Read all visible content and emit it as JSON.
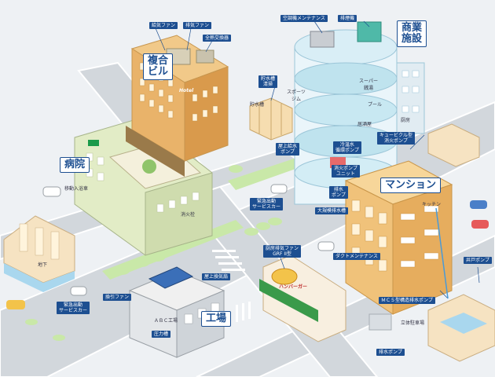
{
  "facilities": {
    "complex_building": "複合\nビル",
    "hospital": "病院",
    "commercial": "商業\n施設",
    "mansion": "マンション",
    "factory": "工場"
  },
  "equipment_tags": {
    "supply_fan": "給気ファン",
    "exhaust_fan_top": "排気ファン",
    "heat_exchanger": "全熱交換器",
    "ac_maintenance": "空調機メンテナンス",
    "exhaust_tower": "排煙機",
    "water_tank_cleaning": "貯水槽\n清掃",
    "rooftop_supply_pump": "屋上給水\nポンプ",
    "emergency_service_car_center": "緊急出動\nサービスカー",
    "cooling_water_pump": "冷温水\n循環ポンプ",
    "fire_pump_unit": "消火ポンプ\nユニット",
    "drain_pump": "排水\nポンプ",
    "large_drain_tank": "大規模排水槽",
    "cubicle_fire_pump": "キュービクル型\n消火ポンプ",
    "kitchen_exhaust_fan": "厨房排気ファン\nGRF II型",
    "duct_maintenance": "ダクトメンテナンス",
    "rooftop_exhaust_fan": "屋上換気扇",
    "intake_fan": "換引ファン",
    "emergency_service_car_left": "緊急出動\nサービスカー",
    "pressure_tank": "圧力槽",
    "well_pump": "井戸ポンプ",
    "mc_pump": "ＭＣ５型構造排水ポンプ",
    "drainage_pump_bottom": "排水ポンプ"
  },
  "area_labels": {
    "kitchen": "キッチン",
    "water_tank": "貯水槽",
    "sports_gym": "スポーツ\nジム",
    "supermarket": "スーパー\n銭湯",
    "pool": "プール",
    "kitchen_room": "厨房",
    "restaurant": "居酒屋",
    "parking": "立体駐車場",
    "disinfect_tank": "移動入浴車",
    "fire_tank": "消火栓",
    "underground": "地下",
    "factory_name": "ＡＢＣ工場"
  },
  "signs": {
    "hotel_sign": "Hotel",
    "burger_sign": "ハンバーガー"
  },
  "colors": {
    "label_bg": "#1d4f91",
    "road": "#d4d8dc",
    "grass": "#c9e8a8",
    "building_orange": "#e9b36a",
    "building_green": "#e2ecc6",
    "commercial_blue": "#bfe3ee",
    "mansion": "#f0c27a"
  }
}
